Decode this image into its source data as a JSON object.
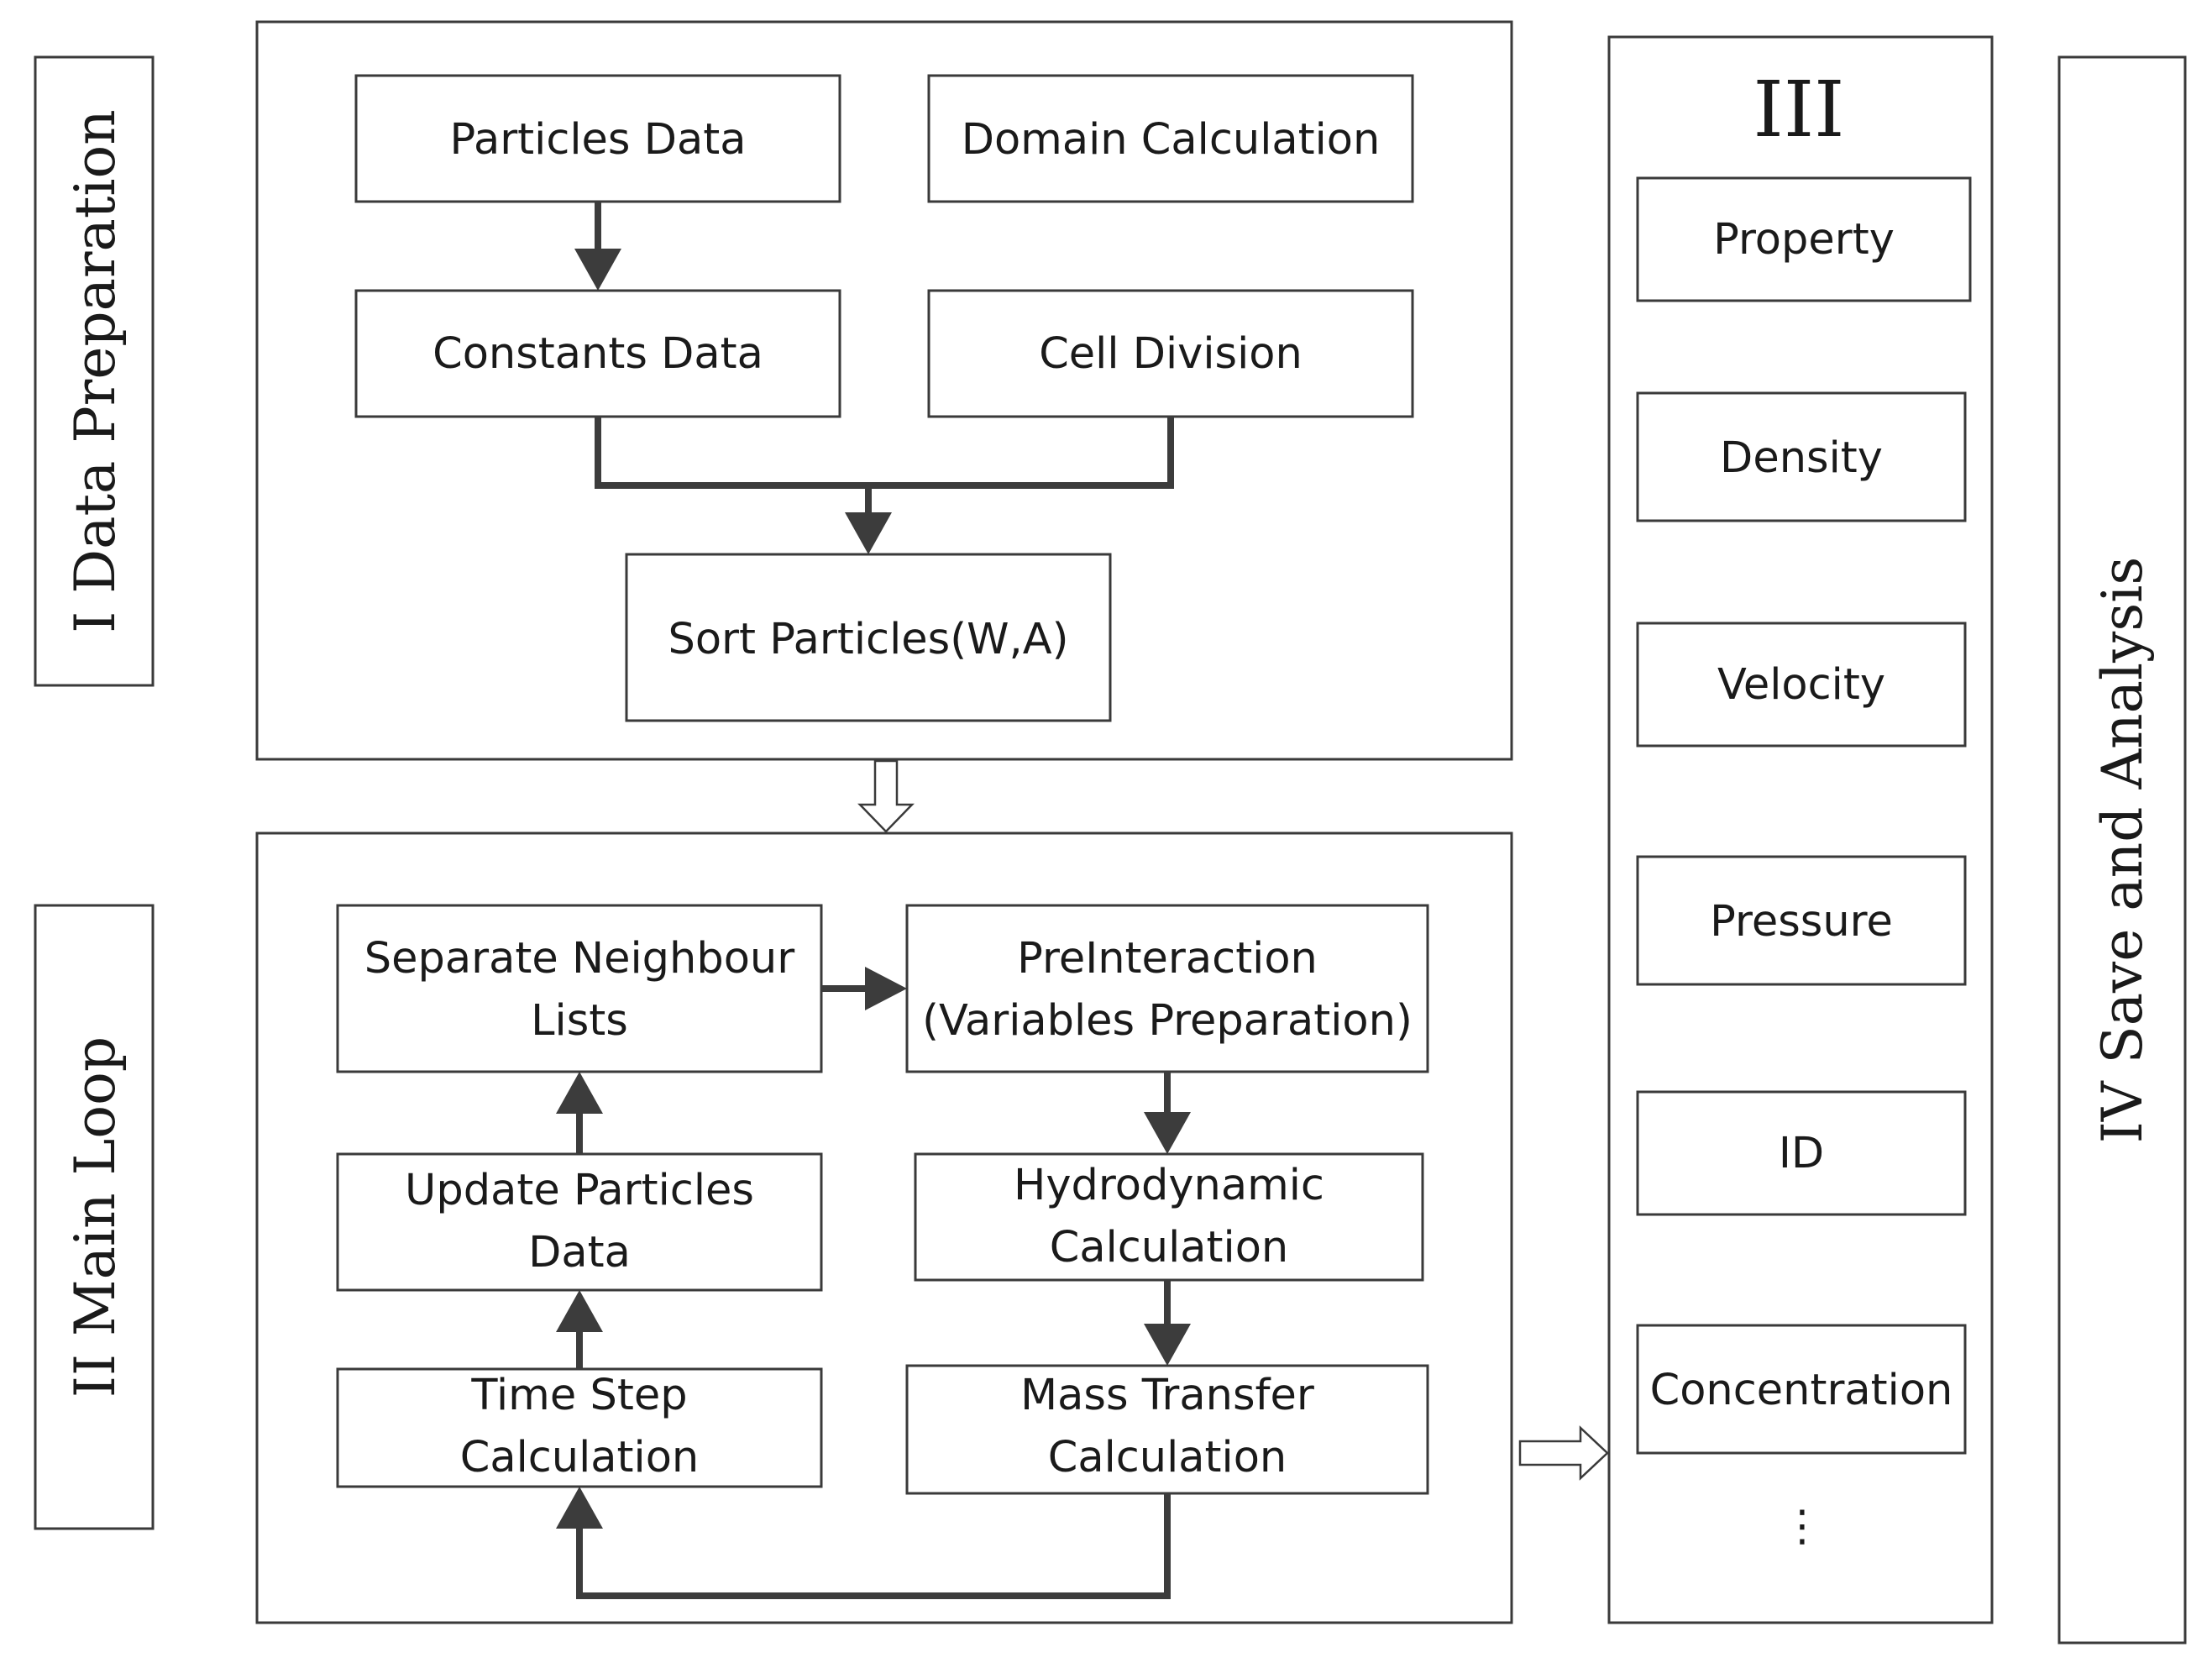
{
  "stages": {
    "stage1_label": "I  Data Preparation",
    "stage2_label": "II  Main Loop",
    "stage3_label": "III",
    "stage4_label": "IV  Save  and  Analysis"
  },
  "data_preparation": {
    "particles_data": "Particles Data",
    "domain_calculation": "Domain Calculation",
    "constants_data": "Constants Data",
    "cell_division": "Cell Division",
    "sort_particles": "Sort Particles(W,A)"
  },
  "main_loop": {
    "separate_neighbour_1": "Separate Neighbour",
    "separate_neighbour_2": "Lists",
    "preinteraction_1": "PreInteraction",
    "preinteraction_2": "(Variables Preparation)",
    "update_particles_1": "Update Particles",
    "update_particles_2": "Data",
    "hydrodynamic_1": "Hydrodynamic",
    "hydrodynamic_2": "Calculation",
    "time_step_1": "Time Step",
    "time_step_2": "Calculation",
    "mass_transfer_1": "Mass Transfer",
    "mass_transfer_2": "Calculation"
  },
  "outputs": {
    "items": [
      "Property",
      "Density",
      "Velocity",
      "Pressure",
      "ID",
      "Concentration"
    ],
    "ellipsis": "⋮"
  }
}
